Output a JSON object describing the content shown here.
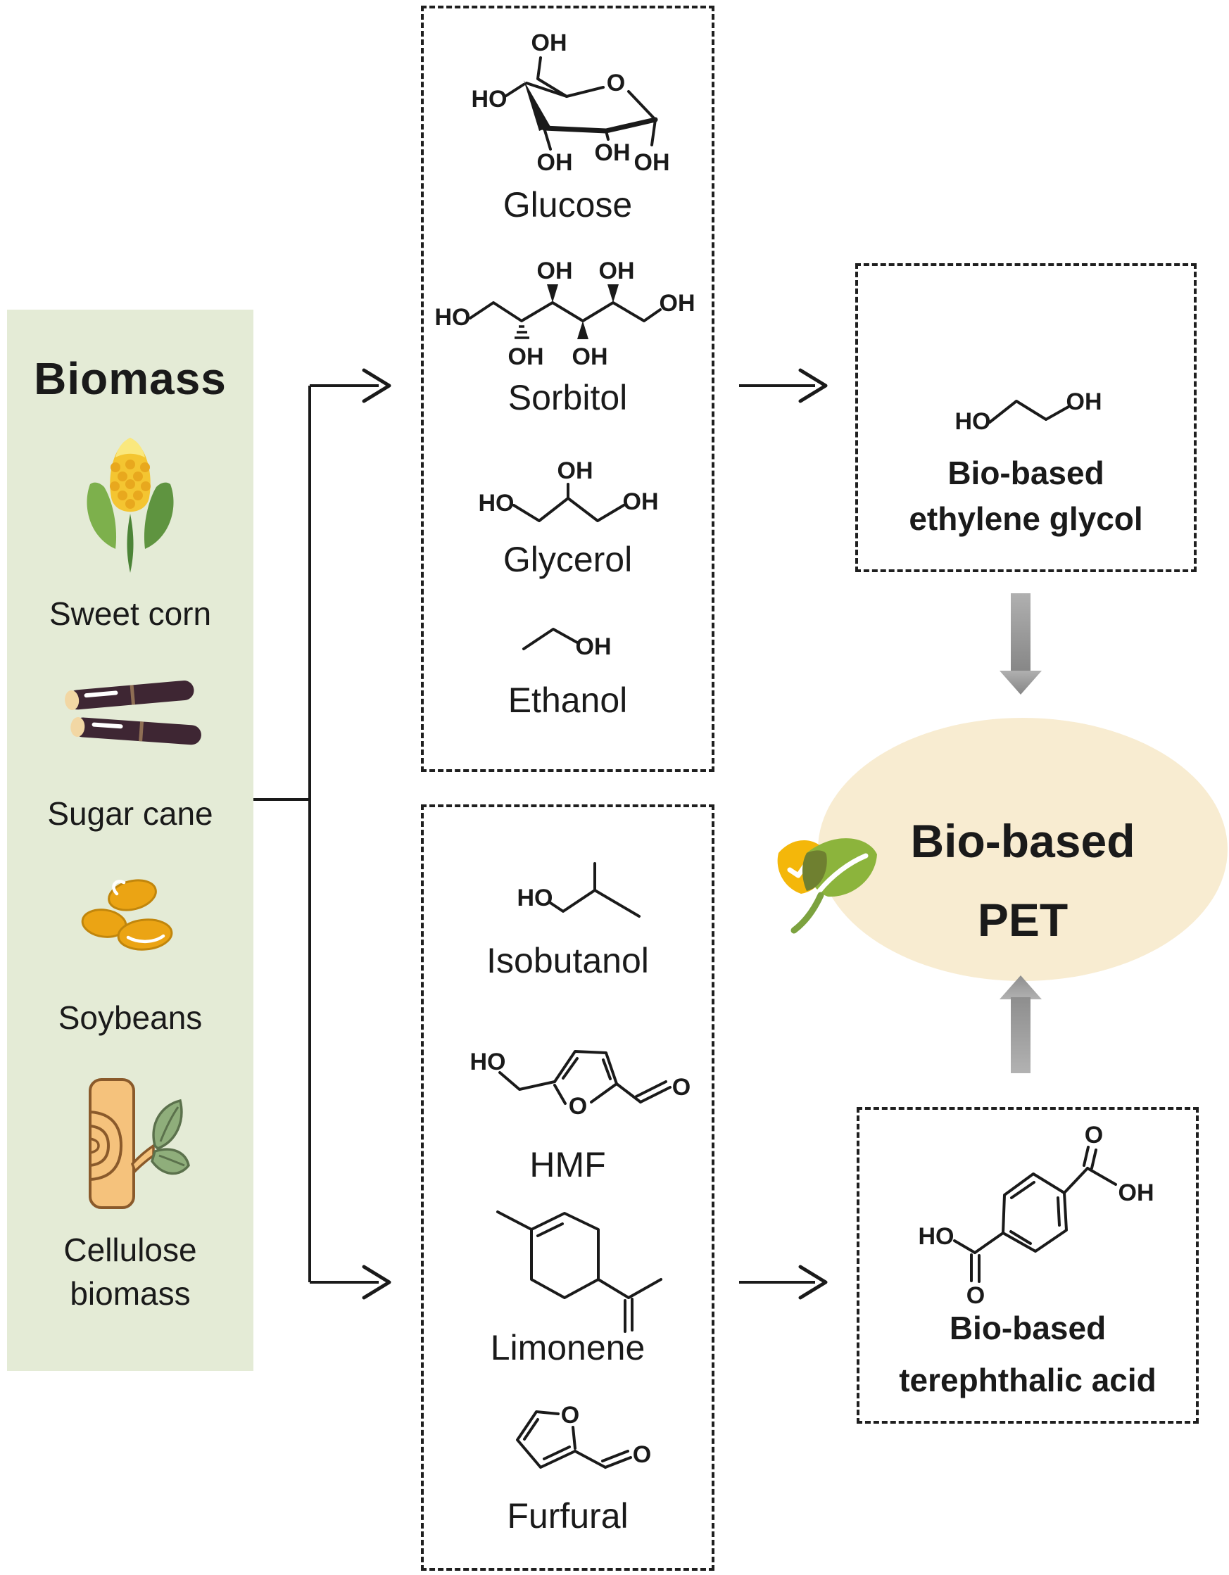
{
  "biomass_panel": {
    "title": "Biomass",
    "items": [
      {
        "label": "Sweet corn",
        "icon": "corn-icon"
      },
      {
        "label": "Sugar cane",
        "icon": "sugarcane-icon"
      },
      {
        "label": "Soybeans",
        "icon": "soybeans-icon"
      },
      {
        "label": "Cellulose biomass",
        "icon": "cellulose-icon"
      }
    ]
  },
  "molecules": {
    "glucose": {
      "name": "Glucose",
      "atoms": {
        "top_oh": "OH",
        "left_ho": "HO",
        "ring_o": "O",
        "c3_oh": "OH",
        "c2_oh": "OH",
        "c1_oh": "OH"
      }
    },
    "sorbitol": {
      "name": "Sorbitol",
      "atoms": {
        "left_ho": "HO",
        "top_oh1": "OH",
        "top_oh2": "OH",
        "right_oh": "OH",
        "bottom_oh1": "OH",
        "bottom_oh2": "OH"
      }
    },
    "glycerol": {
      "name": "Glycerol",
      "atoms": {
        "left_ho": "HO",
        "top_oh": "OH",
        "right_oh": "OH"
      }
    },
    "ethanol": {
      "name": "Ethanol",
      "atoms": {
        "oh": "OH"
      }
    },
    "isobutanol": {
      "name": "Isobutanol",
      "atoms": {
        "ho": "HO"
      }
    },
    "hmf": {
      "name": "HMF",
      "atoms": {
        "ho": "HO",
        "ring_o": "O",
        "carbonyl_o": "O"
      }
    },
    "limonene": {
      "name": "Limonene"
    },
    "furfural": {
      "name": "Furfural",
      "atoms": {
        "ring_o": "O",
        "carbonyl_o": "O"
      }
    },
    "ethylene_glycol": {
      "atoms": {
        "ho": "HO",
        "oh": "OH"
      }
    },
    "terephthalic_acid": {
      "atoms": {
        "ho": "HO",
        "oh": "OH",
        "o_top": "O",
        "o_bottom": "O"
      }
    }
  },
  "products": {
    "ethylene_glycol": {
      "line1": "Bio-based",
      "line2": "ethylene glycol"
    },
    "terephthalic_acid": {
      "line1": "Bio-based",
      "line2": "terephthalic acid"
    },
    "pet": {
      "line1": "Bio-based",
      "line2": "PET"
    }
  },
  "colors": {
    "panel_bg": "#E4EBD6",
    "pet_ellipse_bg": "#F8ECD1",
    "line_color": "#1a1a1a",
    "gray_arrow": "#9A9A9A",
    "leaf_green": "#8CB43C",
    "leaf_yellow": "#F4B70A"
  }
}
